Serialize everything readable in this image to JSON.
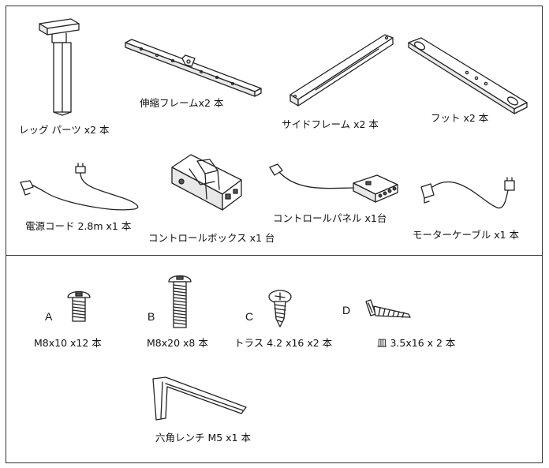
{
  "parts": {
    "leg": "レッグ パーツ x2 本",
    "telescopic_frame": "伸縮フレームx2 本",
    "side_frame": "サイドフレーム x2 本",
    "foot": "フット x2 本",
    "power_cord": "電源コード 2.8m x1 本",
    "control_box": "コントロールボックス x1 台",
    "control_panel": "コントロールパネル x1台",
    "motor_cable": "モーターケーブル x1 本"
  },
  "hardware": {
    "a": {
      "letter": "A",
      "label": "M8x10 x12 本"
    },
    "b": {
      "letter": "B",
      "label": "M8x20 x8 本"
    },
    "c": {
      "letter": "C",
      "label": "トラス 4.2 x16 x2 本"
    },
    "d": {
      "letter": "D",
      "label": "皿 3.5x16 x 2 本"
    },
    "wrench": {
      "label": "六角レンチ M5 x1 本"
    }
  }
}
